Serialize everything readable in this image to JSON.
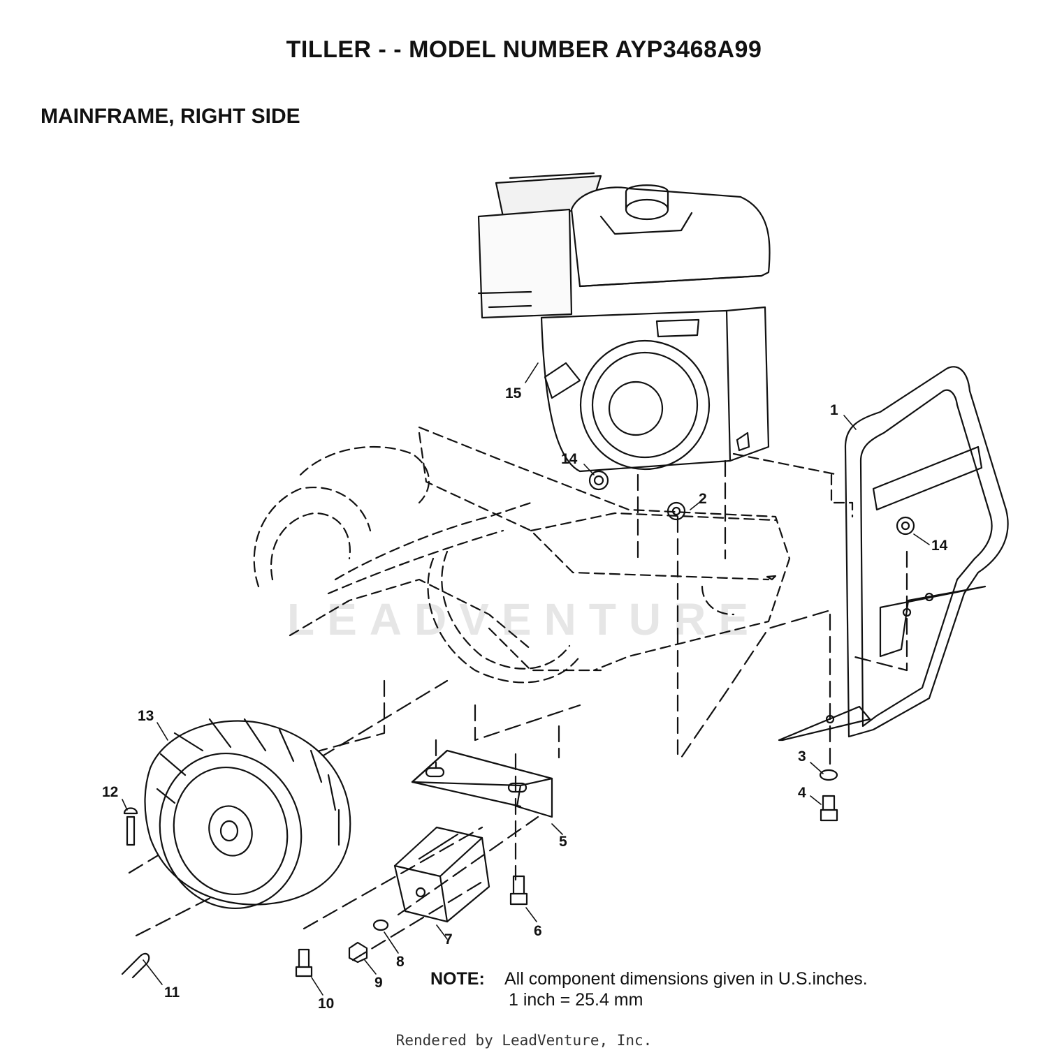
{
  "page": {
    "title": "TILLER - - MODEL NUMBER AYP3468A99",
    "subtitle": "MAINFRAME, RIGHT SIDE",
    "note_label": "NOTE:",
    "note_line1": "All component dimensions given in U.S.inches.",
    "note_line2": "1 inch = 25.4 mm",
    "footer": "Rendered by LeadVenture, Inc.",
    "watermark": "LEADVENTURE"
  },
  "callouts": [
    "1",
    "2",
    "3",
    "4",
    "5",
    "6",
    "7",
    "8",
    "9",
    "10",
    "11",
    "12",
    "13",
    "14",
    "14",
    "15"
  ]
}
